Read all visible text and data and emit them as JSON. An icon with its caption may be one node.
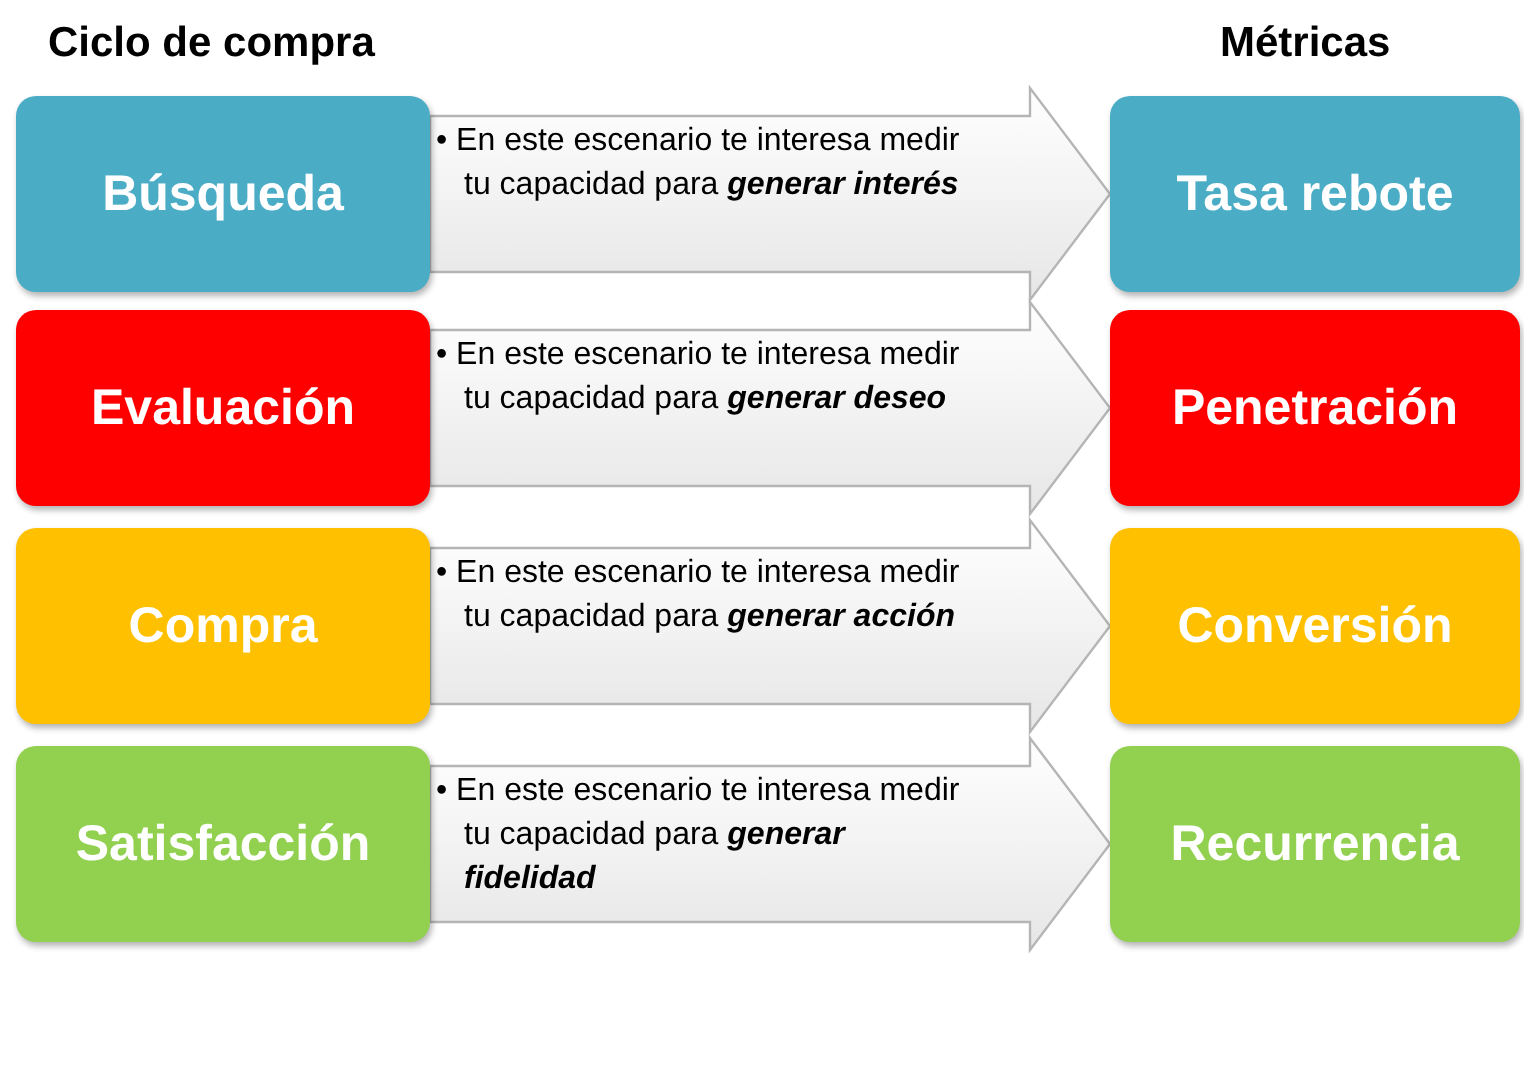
{
  "diagram": {
    "nodes": [
      {
        "text": [
          "Búsqueda"
        ]
      },
      {
        "text": [
          "Tasa rebote"
        ]
      },
      {
        "text": [
          "Evaluación"
        ]
      },
      {
        "text": [
          "Penetración"
        ]
      },
      {
        "text": [
          "Compra"
        ]
      },
      {
        "text": [
          "Conversión"
        ]
      },
      {
        "text": [
          "Satisfacción"
        ]
      },
      {
        "text": [
          "Recurrencia"
        ]
      }
    ],
    "edges": [
      {
        "from": 0,
        "to": 1,
        "arrow": "to",
        "label": "• En este escenario te interesa medir tu capacidad para **generar interés**"
      },
      {
        "from": 2,
        "to": 3,
        "arrow": "to",
        "label": "• En este escenario te interesa medir tu capacidad para **generar deseo**"
      },
      {
        "from": 4,
        "to": 5,
        "arrow": "to",
        "label": "• En este escenario te interesa medir tu capacidad para **generar acción**"
      },
      {
        "from": 6,
        "to": 7,
        "arrow": "to",
        "label": "• En este escenario te interesa medir tu capacidad para **generar fidelidad**"
      }
    ],
    "labels": [
      "Ciclo de compra",
      "Métricas"
    ]
  }
}
